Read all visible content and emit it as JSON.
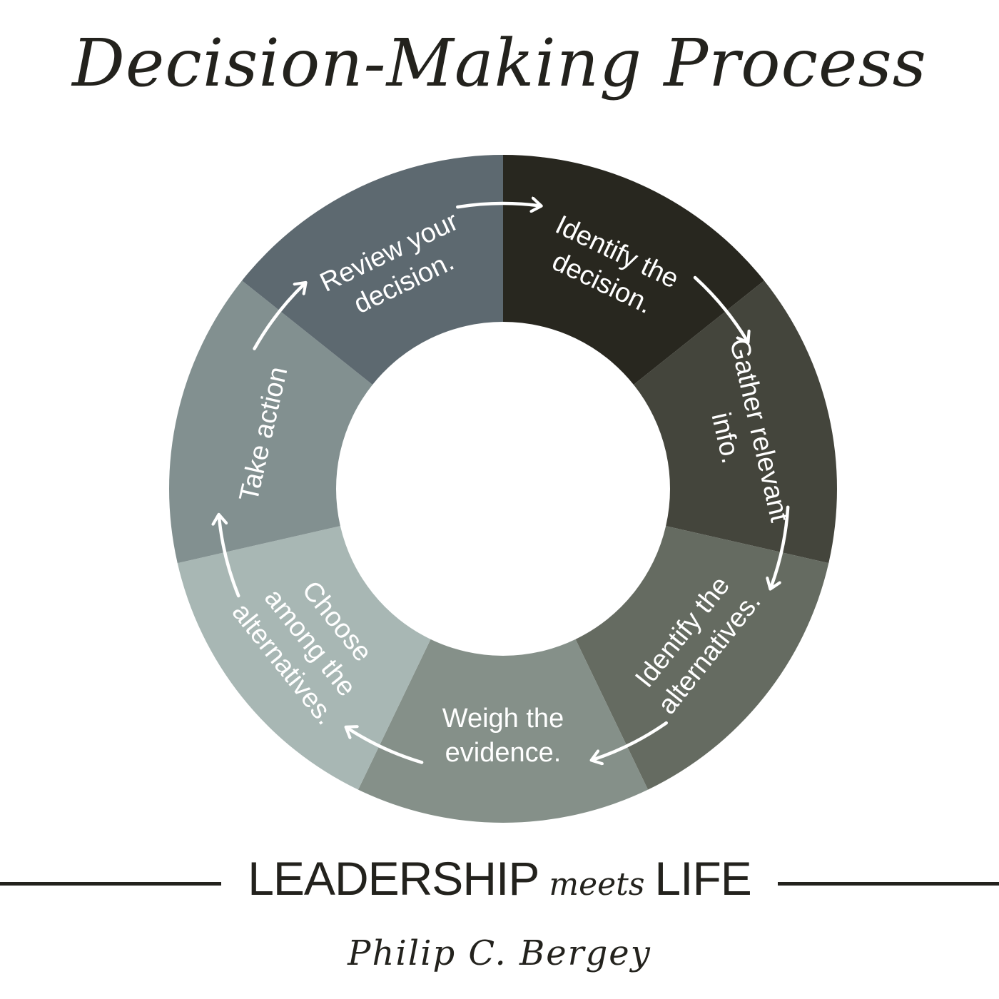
{
  "title": "Decision-Making Process",
  "diagram": {
    "steps": [
      {
        "lines": [
          "Identify the",
          "decision."
        ],
        "color": "#28271f"
      },
      {
        "lines": [
          "Gather relevant",
          "info."
        ],
        "color": "#44453c"
      },
      {
        "lines": [
          "Identify the",
          "alternatives."
        ],
        "color": "#656b61"
      },
      {
        "lines": [
          "Weigh the",
          "evidence."
        ],
        "color": "#859089"
      },
      {
        "lines": [
          "Choose",
          "among the",
          "alternatives."
        ],
        "color": "#a8b7b4"
      },
      {
        "lines": [
          "Take action"
        ],
        "color": "#829090"
      },
      {
        "lines": [
          "Review your",
          "decision."
        ],
        "color": "#5d6970"
      }
    ],
    "arrow_color": "#ffffff"
  },
  "footer": {
    "brand_left": "LEADERSHIP",
    "brand_script": "meets",
    "brand_right": "LIFE",
    "author": "Philip C. Bergey"
  }
}
